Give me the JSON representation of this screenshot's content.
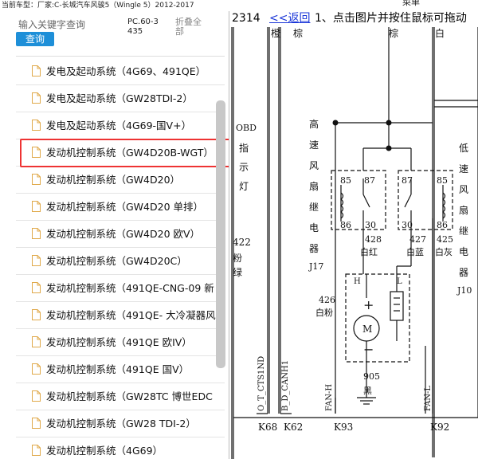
{
  "topbar": {
    "vehicle_info": "当前车型：厂家:C-长城汽车风骏5（Wingle 5）2012-2017",
    "right_text": "菜单"
  },
  "sidebar": {
    "search_placeholder": "输入关键字查询",
    "query_label": "查询",
    "model_code": "PC.60-3435",
    "collapse_label": "折叠全部",
    "items": [
      {
        "label": "发电及起动系统（4G69、491QE）"
      },
      {
        "label": "发电及起动系统（GW28TDI-2）"
      },
      {
        "label": "发电及起动系统（4G69-国V+）"
      },
      {
        "label": "发动机控制系统（GW4D20B-WGT）"
      },
      {
        "label": "发动机控制系统（GW4D20）"
      },
      {
        "label": "发动机控制系统（GW4D20 单排）"
      },
      {
        "label": "发动机控制系统（GW4D20 欧V）"
      },
      {
        "label": "发动机控制系统（GW4D20C）"
      },
      {
        "label": "发动机控制系统（491QE-CNG-09 新"
      },
      {
        "label": "发动机控制系统（491QE- 大冷凝器风"
      },
      {
        "label": "发动机控制系统（491QE 欧IV）"
      },
      {
        "label": "发动机控制系统（491QE 国V）"
      },
      {
        "label": "发动机控制系统（GW28TC 博世EDC"
      },
      {
        "label": "发动机控制系统（GW28 TDI-2）"
      },
      {
        "label": "发动机控制系统（4G69）"
      }
    ]
  },
  "main": {
    "page_number": "2314",
    "back_link": "<<返回",
    "instruction": "1、点击图片并按住鼠标可拖动"
  },
  "diagram": {
    "wire_colors": {
      "c1": "橙",
      "c2": "棕",
      "c3": "棕",
      "c4": "白"
    },
    "left_label_obd": "OBD",
    "left_partial": [
      "指",
      "示",
      "灯"
    ],
    "left_wire": {
      "num": "422",
      "c1": "粉",
      "c2": "绿"
    },
    "high_label": [
      "高",
      "速",
      "风",
      "扇",
      "继",
      "电",
      "器"
    ],
    "high_id": "J17",
    "low_label": [
      "低",
      "速",
      "风",
      "扇",
      "继",
      "电",
      "器"
    ],
    "low_id": "J10",
    "relay_pins": {
      "p85": "85",
      "p86": "86",
      "p87": "87",
      "p30": "30"
    },
    "wire_428": {
      "num": "428",
      "color": "白红"
    },
    "wire_427": {
      "num": "427",
      "color": "白蓝"
    },
    "wire_425": {
      "num": "425",
      "color": "白灰"
    },
    "wire_426": {
      "num": "426",
      "color": "白粉"
    },
    "wire_905": {
      "num": "905",
      "color": "黑"
    },
    "motor": {
      "label": "M",
      "plus": "+",
      "minus": "−",
      "h": "H",
      "l": "L"
    },
    "signals": {
      "s1": "O_T_CTS1ND",
      "s2": "B_D_CANH1",
      "s3": "FAN-H",
      "s4": "FAN-L"
    },
    "connectors": {
      "k68": "K68",
      "k62": "K62",
      "k93": "K93",
      "k92": "K92"
    }
  },
  "colors": {
    "accent": "#1e8fd8",
    "highlight": "#e33333",
    "link": "#1a36d8"
  }
}
